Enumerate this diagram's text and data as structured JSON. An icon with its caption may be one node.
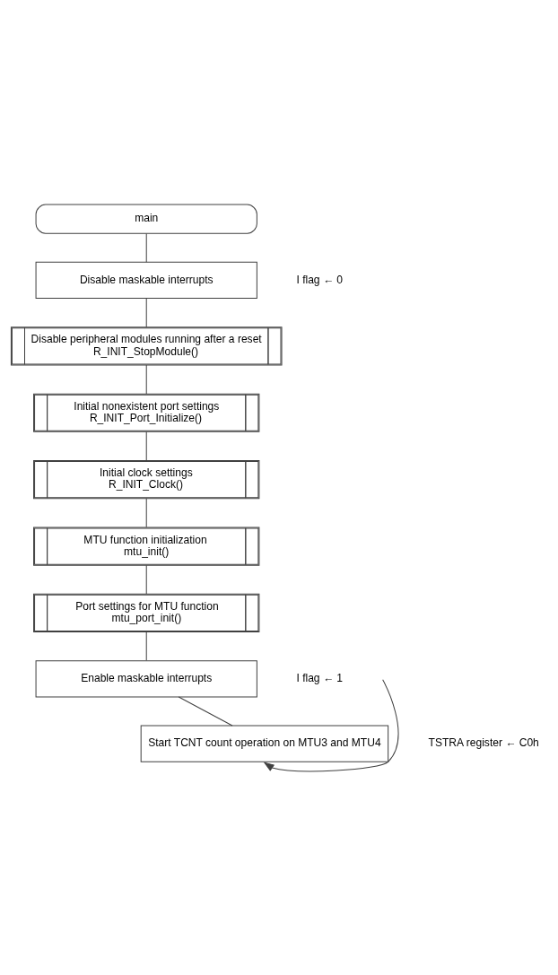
{
  "diagram": {
    "nodes": [
      {
        "text": [
          "main"
        ]
      },
      {
        "text": [
          "Disable maskable interrupts"
        ],
        "beside": [
          "I flag ← 0"
        ]
      },
      {
        "text": [
          "Disable peripheral modules running after a reset",
          "R_INIT_StopModule()"
        ]
      },
      {
        "text": [
          "Initial nonexistent port settings",
          "R_INIT_Port_Initialize()"
        ]
      },
      {
        "text": [
          "Initial clock settings",
          "R_INIT_Clock()"
        ]
      },
      {
        "text": [
          "MTU function initialization",
          "mtu_init()"
        ]
      },
      {
        "text": [
          "Port settings for MTU function",
          "mtu_port_init()"
        ]
      },
      {
        "text": [
          "Enable maskable interrupts"
        ],
        "beside": [
          "I flag ← 1"
        ]
      },
      {
        "text": [
          "Start TCNT count operation on MTU3 and MTU4"
        ],
        "beside": [
          "TSTRA register ← C0h"
        ]
      }
    ],
    "edges": [
      {
        "from": 0,
        "to": 1,
        "arrow": "none"
      },
      {
        "from": 1,
        "to": 2,
        "arrow": "none"
      },
      {
        "from": 2,
        "to": 3,
        "arrow": "none"
      },
      {
        "from": 3,
        "to": 4,
        "arrow": "none"
      },
      {
        "from": 4,
        "to": 5,
        "arrow": "none"
      },
      {
        "from": 5,
        "to": 6,
        "arrow": "none"
      },
      {
        "from": 6,
        "to": 7,
        "arrow": "none"
      },
      {
        "from": 7,
        "to": 8,
        "arrow": "none"
      },
      {
        "from": null,
        "to": 8,
        "arrow": "to"
      }
    ]
  }
}
